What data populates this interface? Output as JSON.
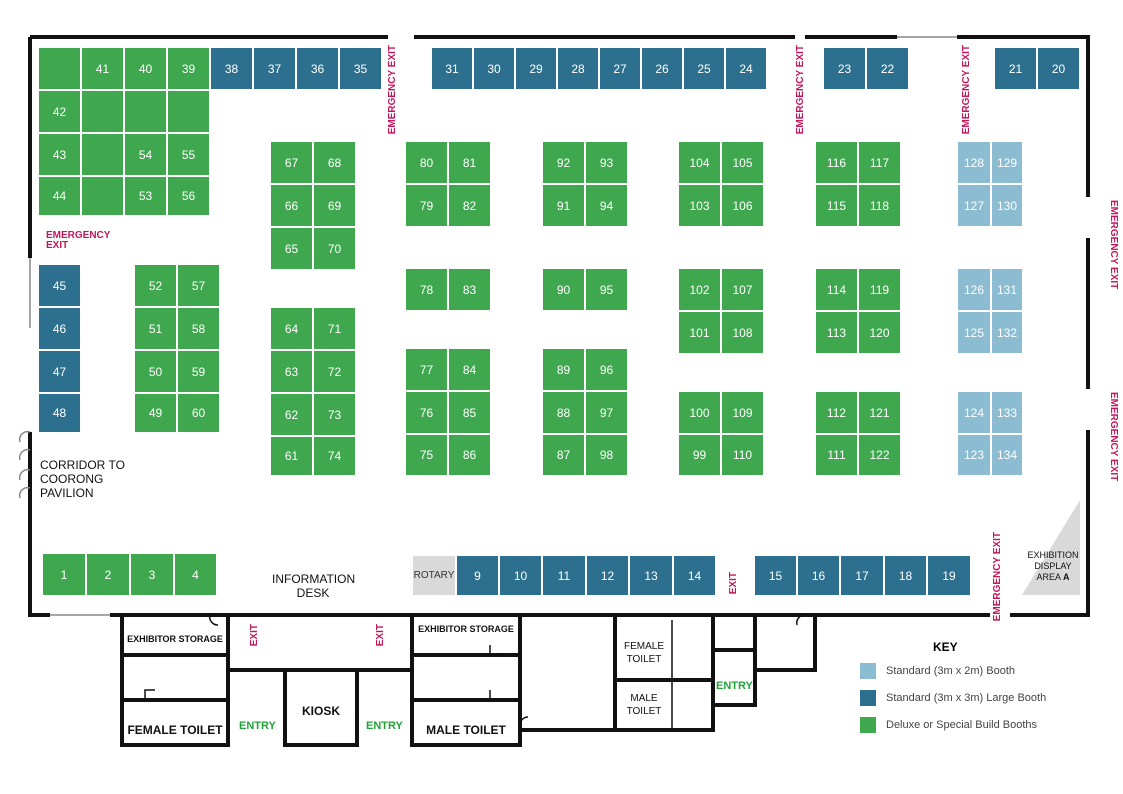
{
  "colors": {
    "deluxe": "#3fa84f",
    "large": "#2d6f8e",
    "standard": "#8cbcd1",
    "exit": "#c2185b",
    "entry": "#22a33a",
    "rotary": "#d9d9d9"
  },
  "booths": [
    {
      "n": "",
      "t": "d"
    },
    {
      "n": "41",
      "t": "d"
    },
    {
      "n": "40",
      "t": "d"
    },
    {
      "n": "39",
      "t": "d"
    },
    {
      "n": "38",
      "t": "l"
    },
    {
      "n": "37",
      "t": "l"
    },
    {
      "n": "36",
      "t": "l"
    },
    {
      "n": "35",
      "t": "l"
    },
    {
      "n": "31",
      "t": "l"
    },
    {
      "n": "30",
      "t": "l"
    },
    {
      "n": "29",
      "t": "l"
    },
    {
      "n": "28",
      "t": "l"
    },
    {
      "n": "27",
      "t": "l"
    },
    {
      "n": "26",
      "t": "l"
    },
    {
      "n": "25",
      "t": "l"
    },
    {
      "n": "24",
      "t": "l"
    },
    {
      "n": "23",
      "t": "l"
    },
    {
      "n": "22",
      "t": "l"
    },
    {
      "n": "21",
      "t": "l"
    },
    {
      "n": "20",
      "t": "l"
    },
    {
      "n": "42",
      "t": "d"
    },
    {
      "n": "",
      "t": "d"
    },
    {
      "n": "",
      "t": "d"
    },
    {
      "n": "",
      "t": "d"
    },
    {
      "n": "43",
      "t": "d"
    },
    {
      "n": "",
      "t": "d"
    },
    {
      "n": "54",
      "t": "d"
    },
    {
      "n": "55",
      "t": "d"
    },
    {
      "n": "44",
      "t": "d"
    },
    {
      "n": "",
      "t": "d"
    },
    {
      "n": "53",
      "t": "d"
    },
    {
      "n": "56",
      "t": "d"
    },
    {
      "n": "45",
      "t": "l"
    },
    {
      "n": "46",
      "t": "l"
    },
    {
      "n": "47",
      "t": "l"
    },
    {
      "n": "48",
      "t": "l"
    },
    {
      "n": "52",
      "t": "d"
    },
    {
      "n": "57",
      "t": "d"
    },
    {
      "n": "51",
      "t": "d"
    },
    {
      "n": "58",
      "t": "d"
    },
    {
      "n": "50",
      "t": "d"
    },
    {
      "n": "59",
      "t": "d"
    },
    {
      "n": "49",
      "t": "d"
    },
    {
      "n": "60",
      "t": "d"
    },
    {
      "n": "67",
      "t": "d"
    },
    {
      "n": "68",
      "t": "d"
    },
    {
      "n": "66",
      "t": "d"
    },
    {
      "n": "69",
      "t": "d"
    },
    {
      "n": "65",
      "t": "d"
    },
    {
      "n": "70",
      "t": "d"
    },
    {
      "n": "64",
      "t": "d"
    },
    {
      "n": "71",
      "t": "d"
    },
    {
      "n": "63",
      "t": "d"
    },
    {
      "n": "72",
      "t": "d"
    },
    {
      "n": "62",
      "t": "d"
    },
    {
      "n": "73",
      "t": "d"
    },
    {
      "n": "61",
      "t": "d"
    },
    {
      "n": "74",
      "t": "d"
    },
    {
      "n": "80",
      "t": "d"
    },
    {
      "n": "81",
      "t": "d"
    },
    {
      "n": "79",
      "t": "d"
    },
    {
      "n": "82",
      "t": "d"
    },
    {
      "n": "78",
      "t": "d"
    },
    {
      "n": "83",
      "t": "d"
    },
    {
      "n": "77",
      "t": "d"
    },
    {
      "n": "84",
      "t": "d"
    },
    {
      "n": "76",
      "t": "d"
    },
    {
      "n": "85",
      "t": "d"
    },
    {
      "n": "75",
      "t": "d"
    },
    {
      "n": "86",
      "t": "d"
    },
    {
      "n": "92",
      "t": "d"
    },
    {
      "n": "93",
      "t": "d"
    },
    {
      "n": "91",
      "t": "d"
    },
    {
      "n": "94",
      "t": "d"
    },
    {
      "n": "90",
      "t": "d"
    },
    {
      "n": "95",
      "t": "d"
    },
    {
      "n": "89",
      "t": "d"
    },
    {
      "n": "96",
      "t": "d"
    },
    {
      "n": "88",
      "t": "d"
    },
    {
      "n": "97",
      "t": "d"
    },
    {
      "n": "87",
      "t": "d"
    },
    {
      "n": "98",
      "t": "d"
    },
    {
      "n": "104",
      "t": "d"
    },
    {
      "n": "105",
      "t": "d"
    },
    {
      "n": "103",
      "t": "d"
    },
    {
      "n": "106",
      "t": "d"
    },
    {
      "n": "102",
      "t": "d"
    },
    {
      "n": "107",
      "t": "d"
    },
    {
      "n": "101",
      "t": "d"
    },
    {
      "n": "108",
      "t": "d"
    },
    {
      "n": "100",
      "t": "d"
    },
    {
      "n": "109",
      "t": "d"
    },
    {
      "n": "99",
      "t": "d"
    },
    {
      "n": "110",
      "t": "d"
    },
    {
      "n": "116",
      "t": "d"
    },
    {
      "n": "117",
      "t": "d"
    },
    {
      "n": "115",
      "t": "d"
    },
    {
      "n": "118",
      "t": "d"
    },
    {
      "n": "114",
      "t": "d"
    },
    {
      "n": "119",
      "t": "d"
    },
    {
      "n": "113",
      "t": "d"
    },
    {
      "n": "120",
      "t": "d"
    },
    {
      "n": "112",
      "t": "d"
    },
    {
      "n": "121",
      "t": "d"
    },
    {
      "n": "111",
      "t": "d"
    },
    {
      "n": "122",
      "t": "d"
    },
    {
      "n": "128",
      "t": "s"
    },
    {
      "n": "129",
      "t": "s"
    },
    {
      "n": "127",
      "t": "s"
    },
    {
      "n": "130",
      "t": "s"
    },
    {
      "n": "126",
      "t": "s"
    },
    {
      "n": "131",
      "t": "s"
    },
    {
      "n": "125",
      "t": "s"
    },
    {
      "n": "132",
      "t": "s"
    },
    {
      "n": "124",
      "t": "s"
    },
    {
      "n": "133",
      "t": "s"
    },
    {
      "n": "123",
      "t": "s"
    },
    {
      "n": "134",
      "t": "s"
    },
    {
      "n": "1",
      "t": "d"
    },
    {
      "n": "2",
      "t": "d"
    },
    {
      "n": "3",
      "t": "d"
    },
    {
      "n": "4",
      "t": "d"
    },
    {
      "n": "ROTARY",
      "t": "r"
    },
    {
      "n": "9",
      "t": "l"
    },
    {
      "n": "10",
      "t": "l"
    },
    {
      "n": "11",
      "t": "l"
    },
    {
      "n": "12",
      "t": "l"
    },
    {
      "n": "13",
      "t": "l"
    },
    {
      "n": "14",
      "t": "l"
    },
    {
      "n": "15",
      "t": "l"
    },
    {
      "n": "16",
      "t": "l"
    },
    {
      "n": "17",
      "t": "l"
    },
    {
      "n": "18",
      "t": "l"
    },
    {
      "n": "19",
      "t": "l"
    }
  ],
  "labels": {
    "corridor": "CORRIDOR TO COORONG PAVILION",
    "info_desk": "INFORMATION DESK",
    "exhibition": "EXHIBITION DISPLAY AREA",
    "exhibition_letter": "A",
    "emergency_exit": "EMERGENCY EXIT",
    "exit": "EXIT",
    "entry": "ENTRY",
    "exhibitor_storage": "EXHIBITOR STORAGE",
    "female_toilet": "FEMALE TOILET",
    "male_toilet": "MALE TOILET",
    "female_toilet_small": "FEMALE TOILET",
    "male_toilet_small": "MALE TOILET",
    "kiosk": "KIOSK"
  },
  "key": {
    "title": "KEY",
    "items": [
      {
        "label": "Standard (3m x 2m) Booth",
        "color": "#8cbcd1"
      },
      {
        "label": "Standard (3m x 3m) Large Booth",
        "color": "#2d6f8e"
      },
      {
        "label": "Deluxe or Special Build Booths",
        "color": "#3fa84f"
      }
    ]
  }
}
